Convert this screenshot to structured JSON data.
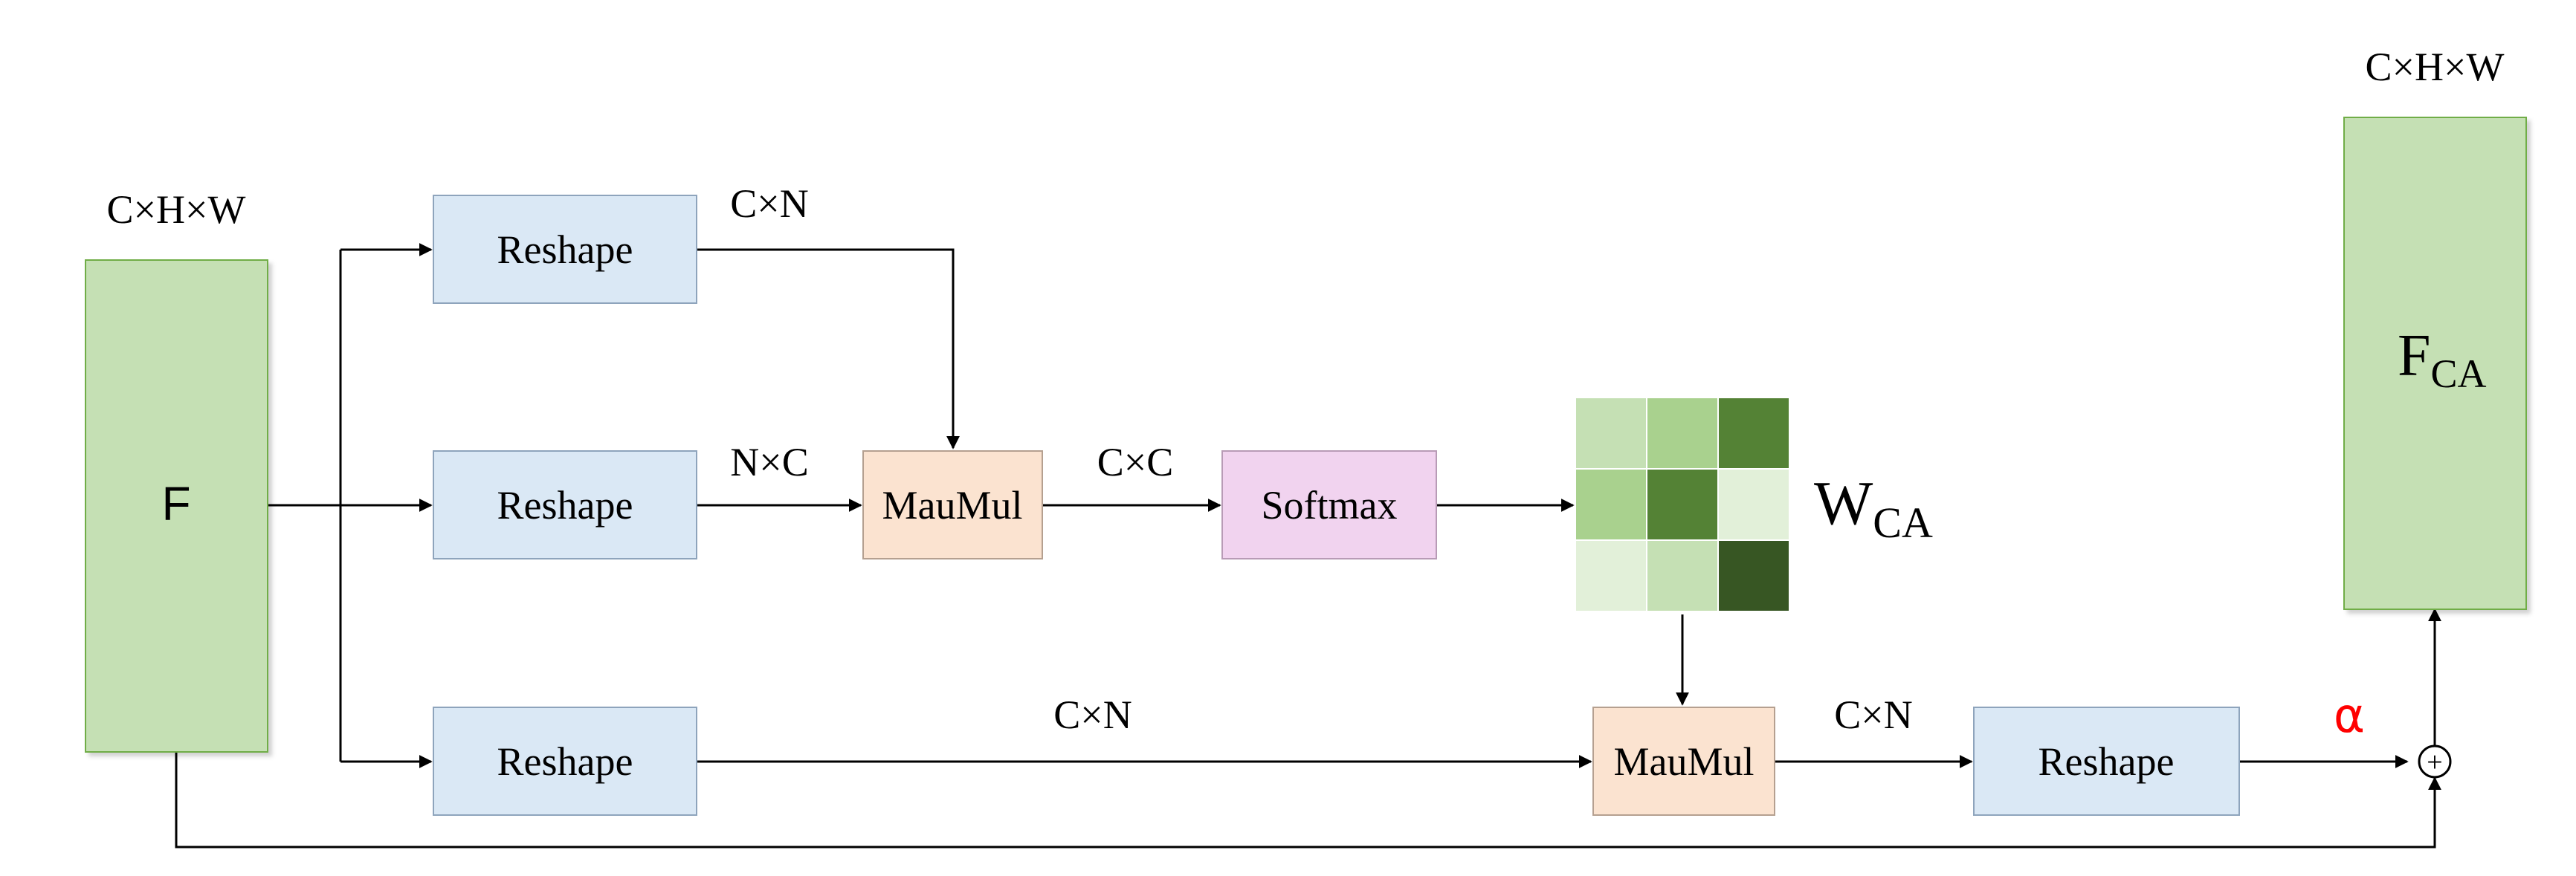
{
  "labels": {
    "input_dims": "C×H×W",
    "input_name": "F",
    "output_dims": "C×H×W",
    "output_name_base": "F",
    "output_name_sub": "CA",
    "reshape_1": "Reshape",
    "reshape_2": "Reshape",
    "reshape_3": "Reshape",
    "reshape_4": "Reshape",
    "matmul_1": "MauMul",
    "matmul_2": "MauMul",
    "softmax": "Softmax",
    "dim_cn_top": "C×N",
    "dim_nc": "N×C",
    "dim_cc": "C×C",
    "dim_cn_bottom": "C×N",
    "dim_cn_right": "C×N",
    "weight_base": "W",
    "weight_sub": "CA",
    "alpha": "α",
    "plus": "+"
  },
  "colors": {
    "feature_green": "#c5e0b4",
    "feature_border": "#70ad47",
    "reshape_fill": "#dae8f5",
    "reshape_border": "#8ea4bc",
    "matmul_fill": "#fbe3d0",
    "matmul_border": "#b5a090",
    "softmax_fill": "#f1d3ef",
    "softmax_border": "#b89bb6",
    "alpha_red": "#ff0000",
    "line": "#000000"
  },
  "weight_matrix_shades": [
    [
      "#c5e0b4",
      "#a9d18e",
      "#548235"
    ],
    [
      "#a9d18e",
      "#548235",
      "#e2f0d9"
    ],
    [
      "#e2f0d9",
      "#c5e0b4",
      "#375623"
    ]
  ]
}
